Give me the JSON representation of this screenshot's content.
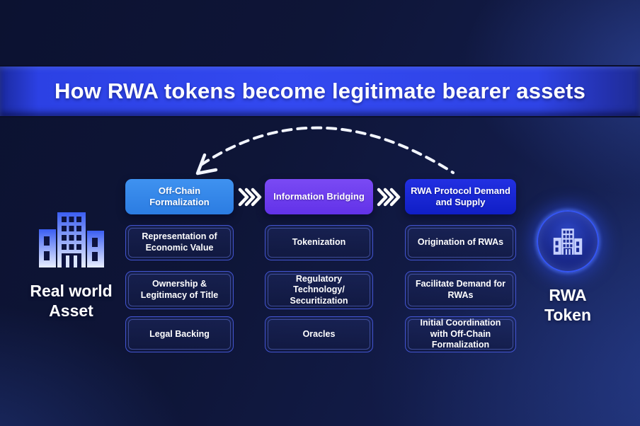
{
  "title": "How RWA tokens become legitimate bearer assets",
  "left_entity": {
    "line1": "Real world",
    "line2": "Asset"
  },
  "right_entity": {
    "line1": "RWA",
    "line2": "Token"
  },
  "columns": [
    {
      "header": "Off-Chain Formalization",
      "accent_color": "#2f86e8",
      "items": [
        "Representation of Economic Value",
        "Ownership & Legitimacy of Title",
        "Legal Backing"
      ]
    },
    {
      "header": "Information Bridging",
      "accent_color": "#6d3cf0",
      "items": [
        "Tokenization",
        "Regulatory Technology/ Securitization",
        "Oracles"
      ]
    },
    {
      "header": "RWA Protocol Demand and Supply",
      "accent_color": "#1a28d4",
      "items": [
        "Origination of RWAs",
        "Facilitate Demand for RWAs",
        "Initial Coordination with Off-Chain Formalization"
      ]
    }
  ],
  "icons": {
    "chevrons": "triple-chevron-right",
    "arrow": "dashed-feedback-arrow",
    "left": "buildings-icon",
    "right": "token-building-badge"
  },
  "colors": {
    "background": "#0e1537",
    "banner_blue": "#3349f0",
    "box_border": "#4355d2",
    "text": "#ffffff"
  }
}
